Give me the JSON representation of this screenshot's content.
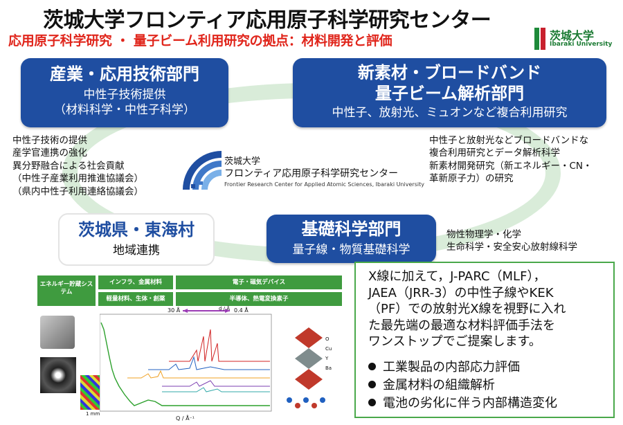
{
  "header": {
    "title": "茨城大学フロンティア応用原子科学研究センター",
    "subtitle": "応用原子科学研究 ・ 量子ビーム利用研究の拠点：材料開発と評価"
  },
  "logo": {
    "name_jp": "茨城大学",
    "name_en": "Ibaraki University"
  },
  "center_logo": {
    "line1": "茨城大学",
    "line2": "フロンティア応用原子科学研究センター",
    "english": "Frontier Research Center for Applied Atomic Sciences, Ibaraki University"
  },
  "departments": {
    "industry": {
      "title": "産業・応用技術部門",
      "line1": "中性子技術提供",
      "line2": "（材料科学・中性子科学）"
    },
    "newmaterial": {
      "title1": "新素材・ブロードバンド",
      "title2": "量子ビーム解析部門",
      "line1": "中性子、放射光、ミュオンなど複合利用研究"
    },
    "basic": {
      "title": "基礎科学部門",
      "line1": "量子線・物質基礎科学"
    },
    "region": {
      "title": "茨城県・東海村",
      "line1": "地域連携"
    }
  },
  "notes": {
    "left": [
      "中性子技術の提供",
      "産学官連携の強化",
      "異分野融合による社会貢献",
      "（中性子産業利用推進協議会）",
      "（県内中性子利用連絡協議会）"
    ],
    "right": [
      "中性子と放射光などブロードバンドな",
      "複合利用研究とデータ解析科学",
      "新素材開発研究（新エネルギー・CN・",
      "革新原子力）の研究"
    ],
    "basic": [
      "物性物理学・化学",
      "生命科学・安全安心放射線科学"
    ]
  },
  "figure": {
    "categories": [
      "エネルギー貯蔵システム",
      "インフラ、金属材料",
      "電子・磁気デバイス",
      "軽量材料、生体・創薬",
      "半導体、熱電変換素子"
    ],
    "top_axis": "d / Å",
    "range_left": "30 Å",
    "range_right": "0.4 Å",
    "x_axis": "Q / Å⁻¹",
    "scale_bar": "1 mm",
    "atoms": [
      "O",
      "Cu",
      "Y",
      "Ba"
    ]
  },
  "summary": {
    "lines": [
      "X線に加えて，J-PARC（MLF），",
      "JAEA（JRR-3）の中性子線やKEK",
      "（PF）での放射光X線を視野に入れ",
      "た最先端の最適な材料評価手法を",
      "ワンストップでご提案します。"
    ],
    "bullets": [
      "工業製品の内部応力評価",
      "金属材料の組織解析",
      "電池の劣化に伴う内部構造変化"
    ]
  },
  "colors": {
    "blue": "#1f4ea1",
    "red": "#e0251b",
    "green": "#49a84a",
    "ring": "#d9ecd9"
  }
}
